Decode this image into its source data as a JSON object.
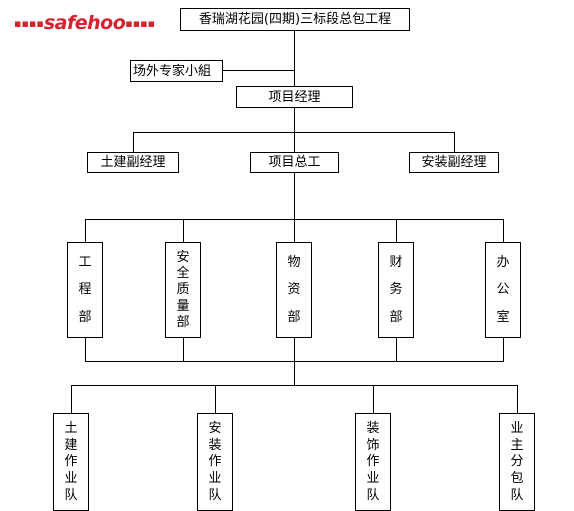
{
  "watermark": {
    "left_dots": "▪▪▪▪",
    "brand": "safehoo",
    "right_dots": "▪▪▪▪",
    "color": "#d9202f"
  },
  "org": {
    "root": "香瑞湖花园(四期)三标段总包工程",
    "expert_group": "场外专家小組",
    "project_manager": "项目经理",
    "deputies": [
      "土建副经理",
      "项目总工",
      "安装副经理"
    ],
    "departments": [
      "工程部",
      "安全质量部",
      "物资部",
      "财务部",
      "办公室"
    ],
    "teams": [
      "土建作业队",
      "安装作业队",
      "装饰作业队",
      "业主分包队"
    ]
  }
}
